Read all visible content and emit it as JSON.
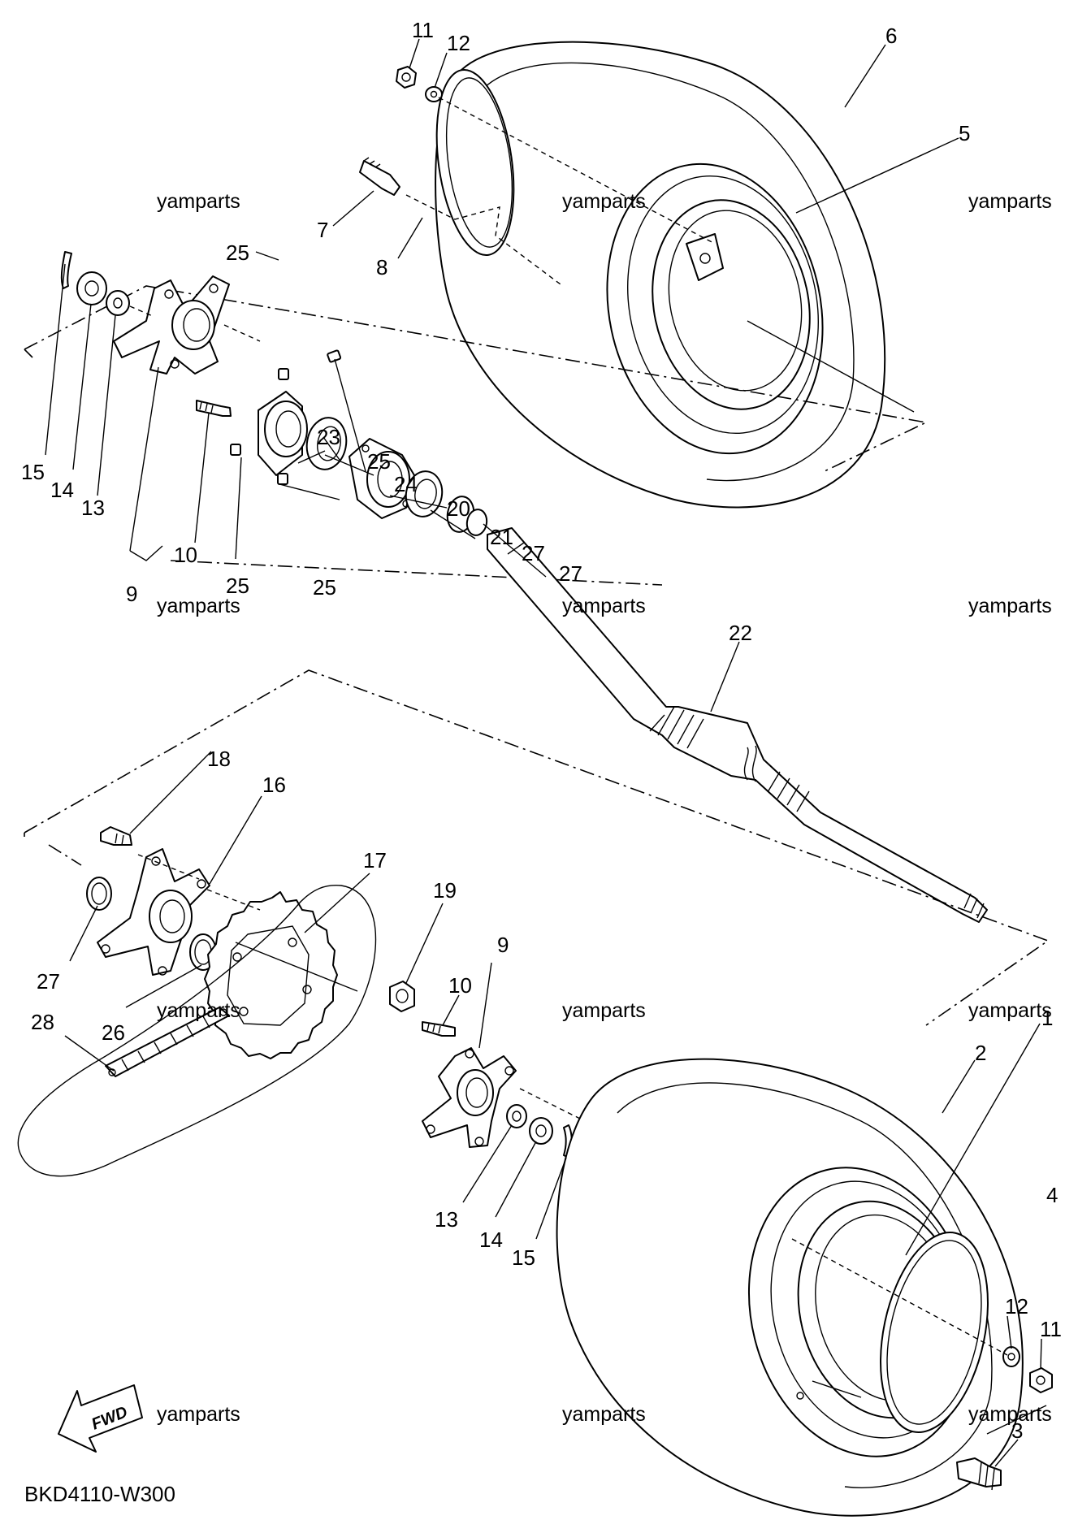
{
  "diagram": {
    "code": "BKD4110-W300",
    "watermark": "yamparts",
    "fwd_label": "FWD",
    "callouts": {
      "p1": "1",
      "p2": "2",
      "p3": "3",
      "p4": "4",
      "p5": "5",
      "p6": "6",
      "p7": "7",
      "p8": "8",
      "p9a": "9",
      "p9b": "9",
      "p10a": "10",
      "p10b": "10",
      "p11a": "11",
      "p11b": "11",
      "p12a": "12",
      "p12b": "12",
      "p13a": "13",
      "p13b": "13",
      "p14a": "14",
      "p14b": "14",
      "p15a": "15",
      "p15b": "15",
      "p16": "16",
      "p17": "17",
      "p18": "18",
      "p19": "19",
      "p20": "20",
      "p21": "21",
      "p22": "22",
      "p23": "23",
      "p24": "24",
      "p25a": "25",
      "p25b": "25",
      "p25c": "25",
      "p25d": "25",
      "p26": "26",
      "p27a": "27",
      "p27b": "27",
      "p27c": "27",
      "p28": "28"
    }
  }
}
